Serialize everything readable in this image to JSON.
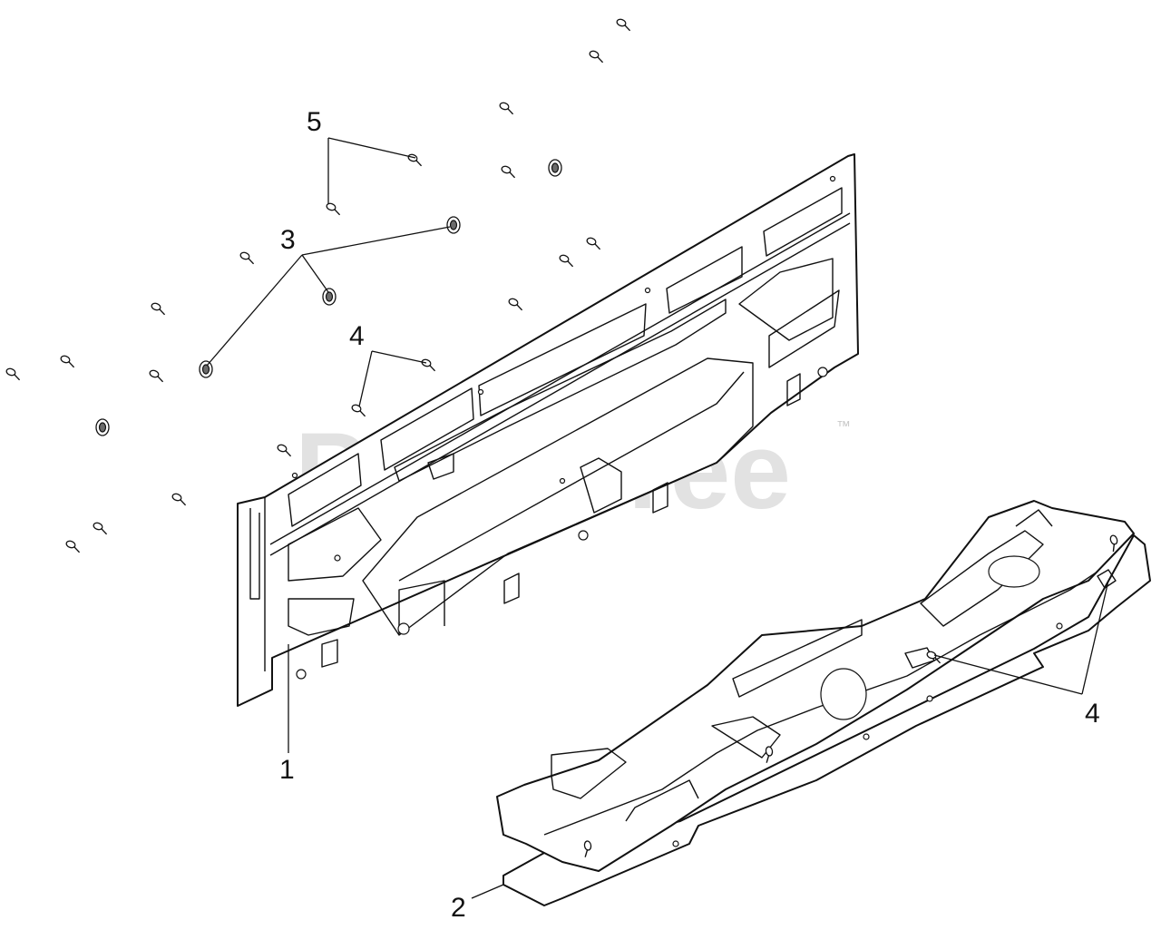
{
  "watermark": {
    "text": "PartsTree",
    "trademark": "™"
  },
  "callouts": {
    "part1": "1",
    "part2": "2",
    "part3": "3",
    "part4_upper": "4",
    "part4_lower": "4",
    "part5": "5"
  }
}
